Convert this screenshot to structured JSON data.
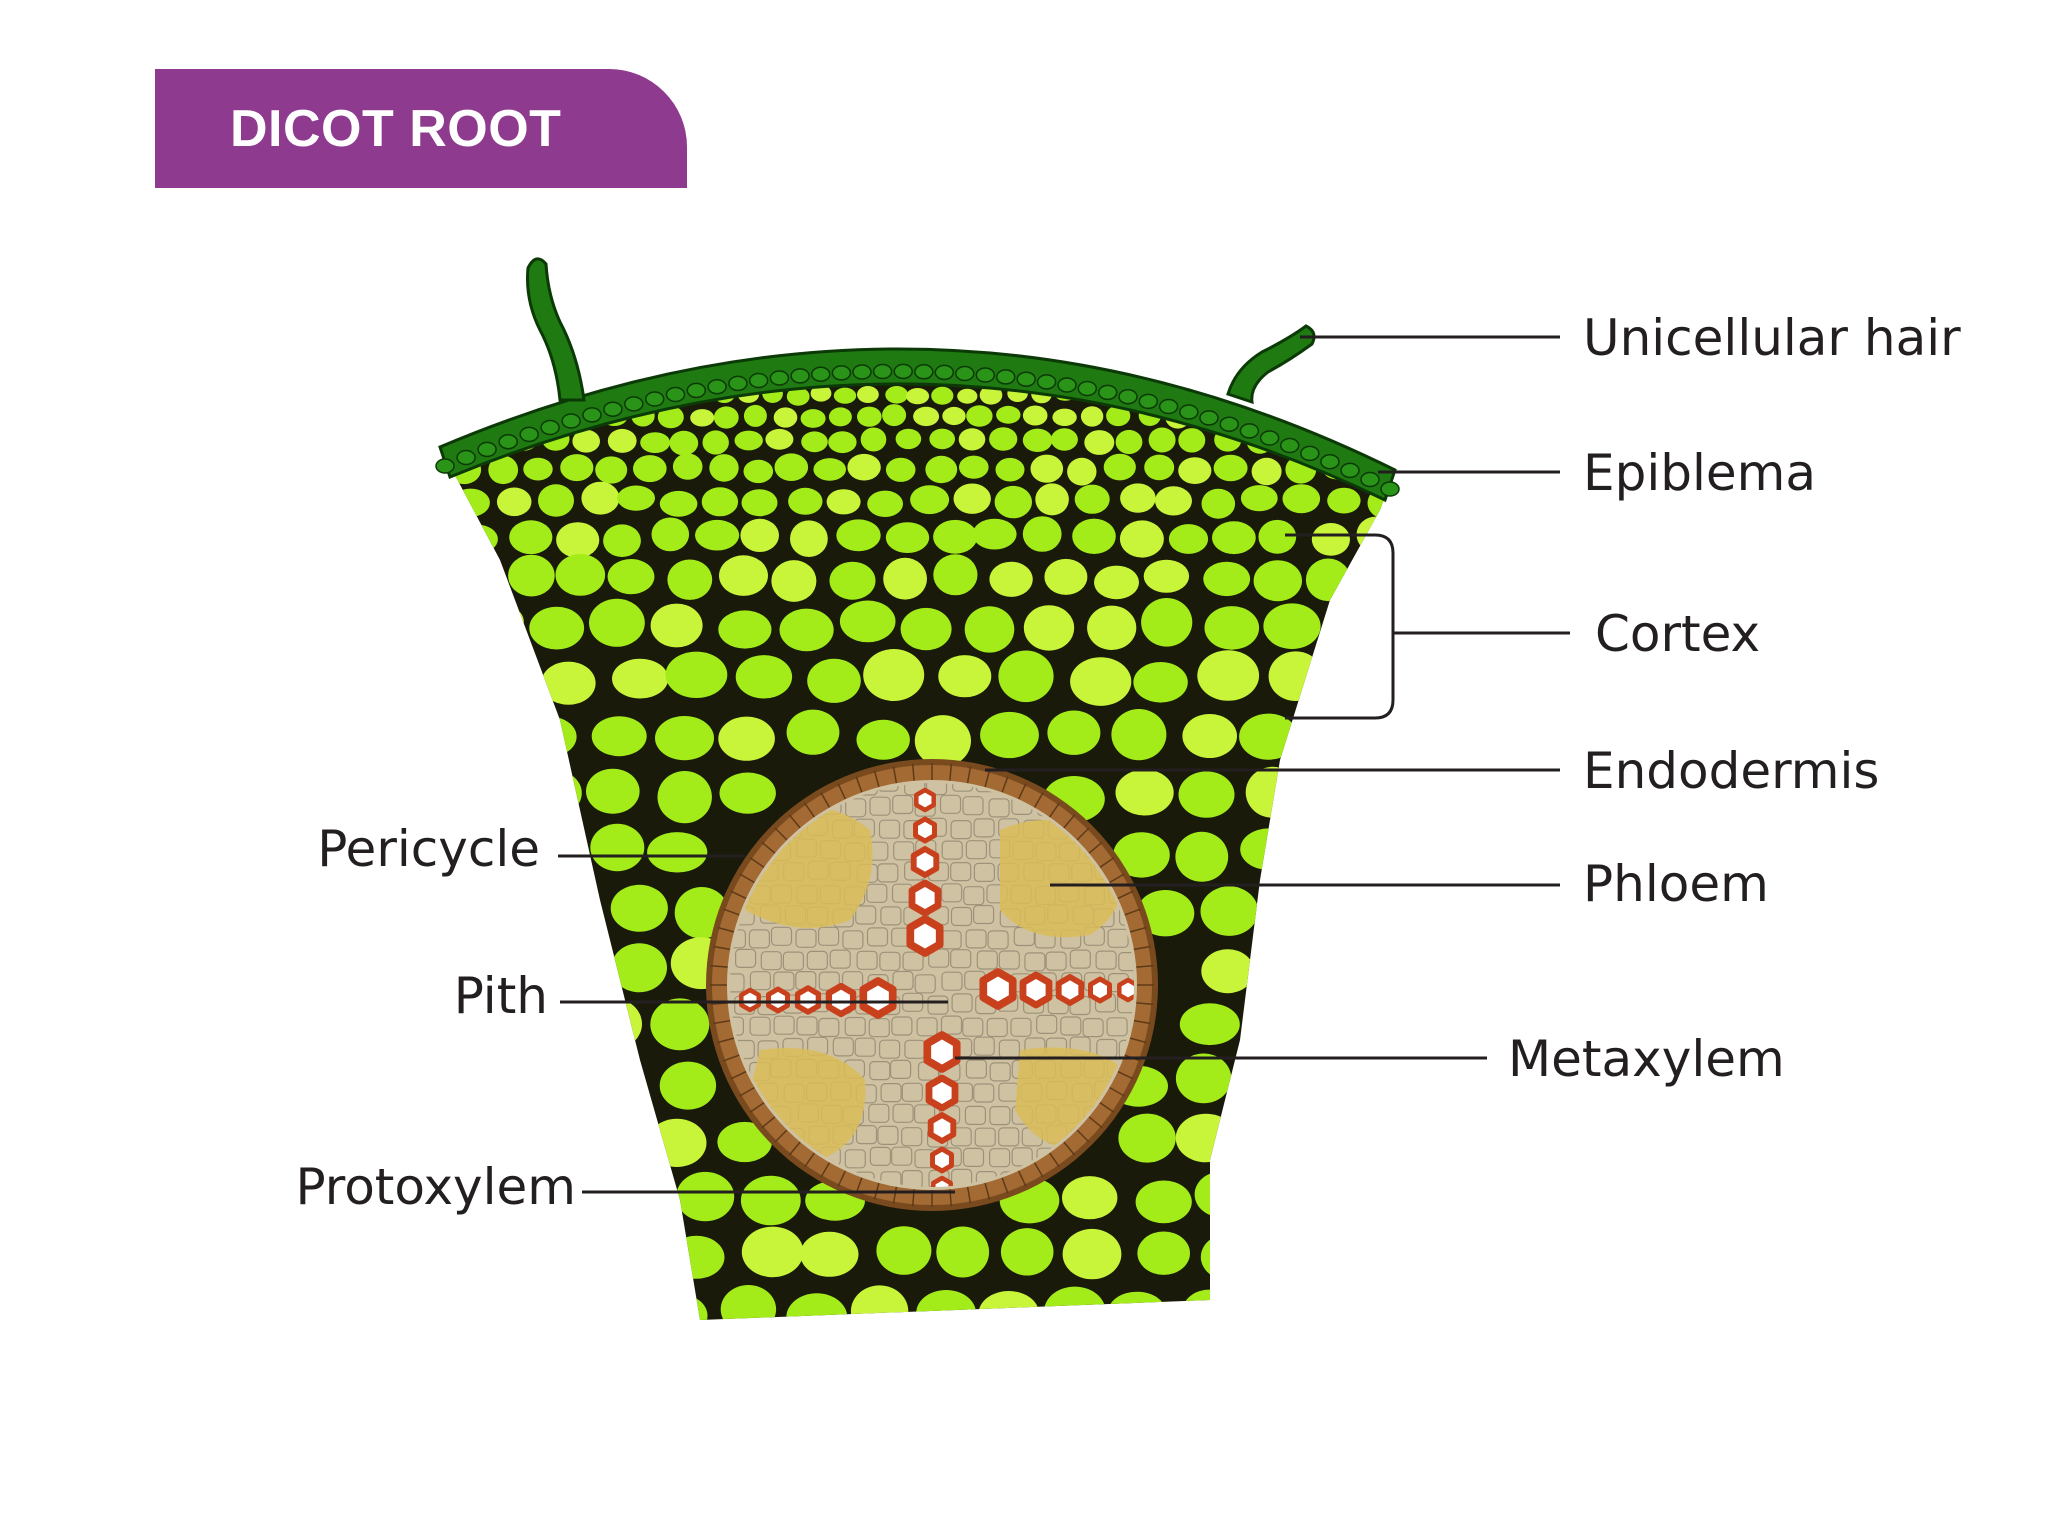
{
  "title": "DICOT ROOT",
  "colors": {
    "banner": "#8e3a8f",
    "epiblema": "#1f7a12",
    "cortex_cell": "#a3ec1a",
    "cortex_cell_light": "#c8f53a",
    "cell_wall": "#1a1a0a",
    "stele_ring": "#a36a33",
    "pith": "#cfc2a3",
    "phloem": "#d9bc58",
    "xylem": "#c9401c",
    "leader_line": "#231f20"
  },
  "labels": {
    "unicellular_hair": "Unicellular hair",
    "epiblema": "Epiblema",
    "cortex": "Cortex",
    "endodermis": "Endodermis",
    "phloem": "Phloem",
    "metaxylem": "Metaxylem",
    "pericycle": "Pericycle",
    "pith": "Pith",
    "protoxylem": "Protoxylem"
  }
}
